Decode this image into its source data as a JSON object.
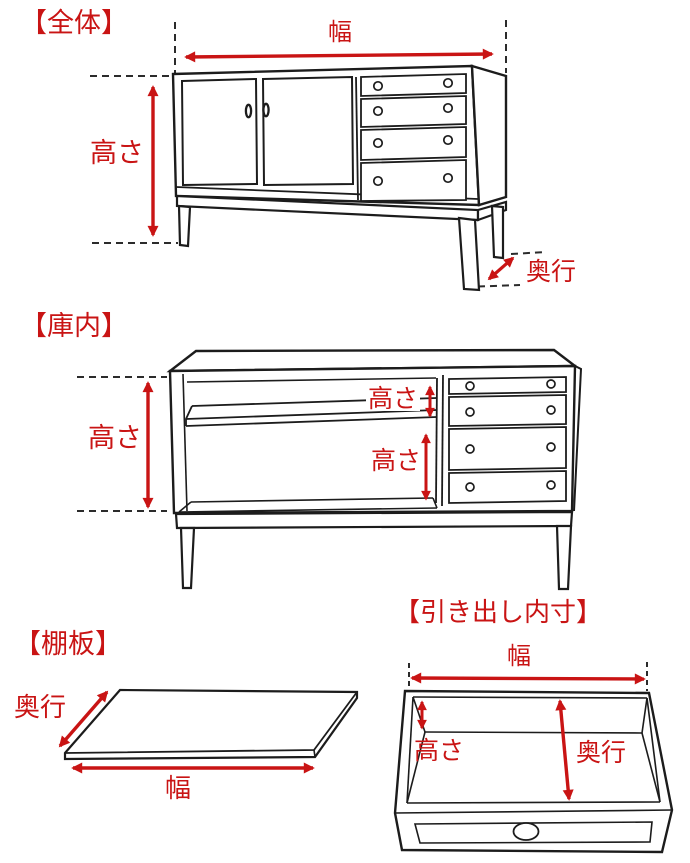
{
  "colors": {
    "accent_red": "#c91414",
    "line": "#1c1c1c",
    "dash": "#2b2b2b",
    "background": "#ffffff"
  },
  "sections": {
    "overall": {
      "title": "【全体】",
      "width_label": "幅",
      "height_label": "高さ",
      "depth_label": "奥行"
    },
    "interior": {
      "title": "【庫内】",
      "height_label": "高さ",
      "shelf_upper_height_label": "高さ",
      "shelf_lower_height_label": "高さ"
    },
    "shelf_board": {
      "title": "【棚板】",
      "depth_label": "奥行",
      "width_label": "幅"
    },
    "drawer_inner": {
      "title": "【引き出し内寸】",
      "width_label": "幅",
      "height_label": "高さ",
      "depth_label": "奥行"
    }
  }
}
